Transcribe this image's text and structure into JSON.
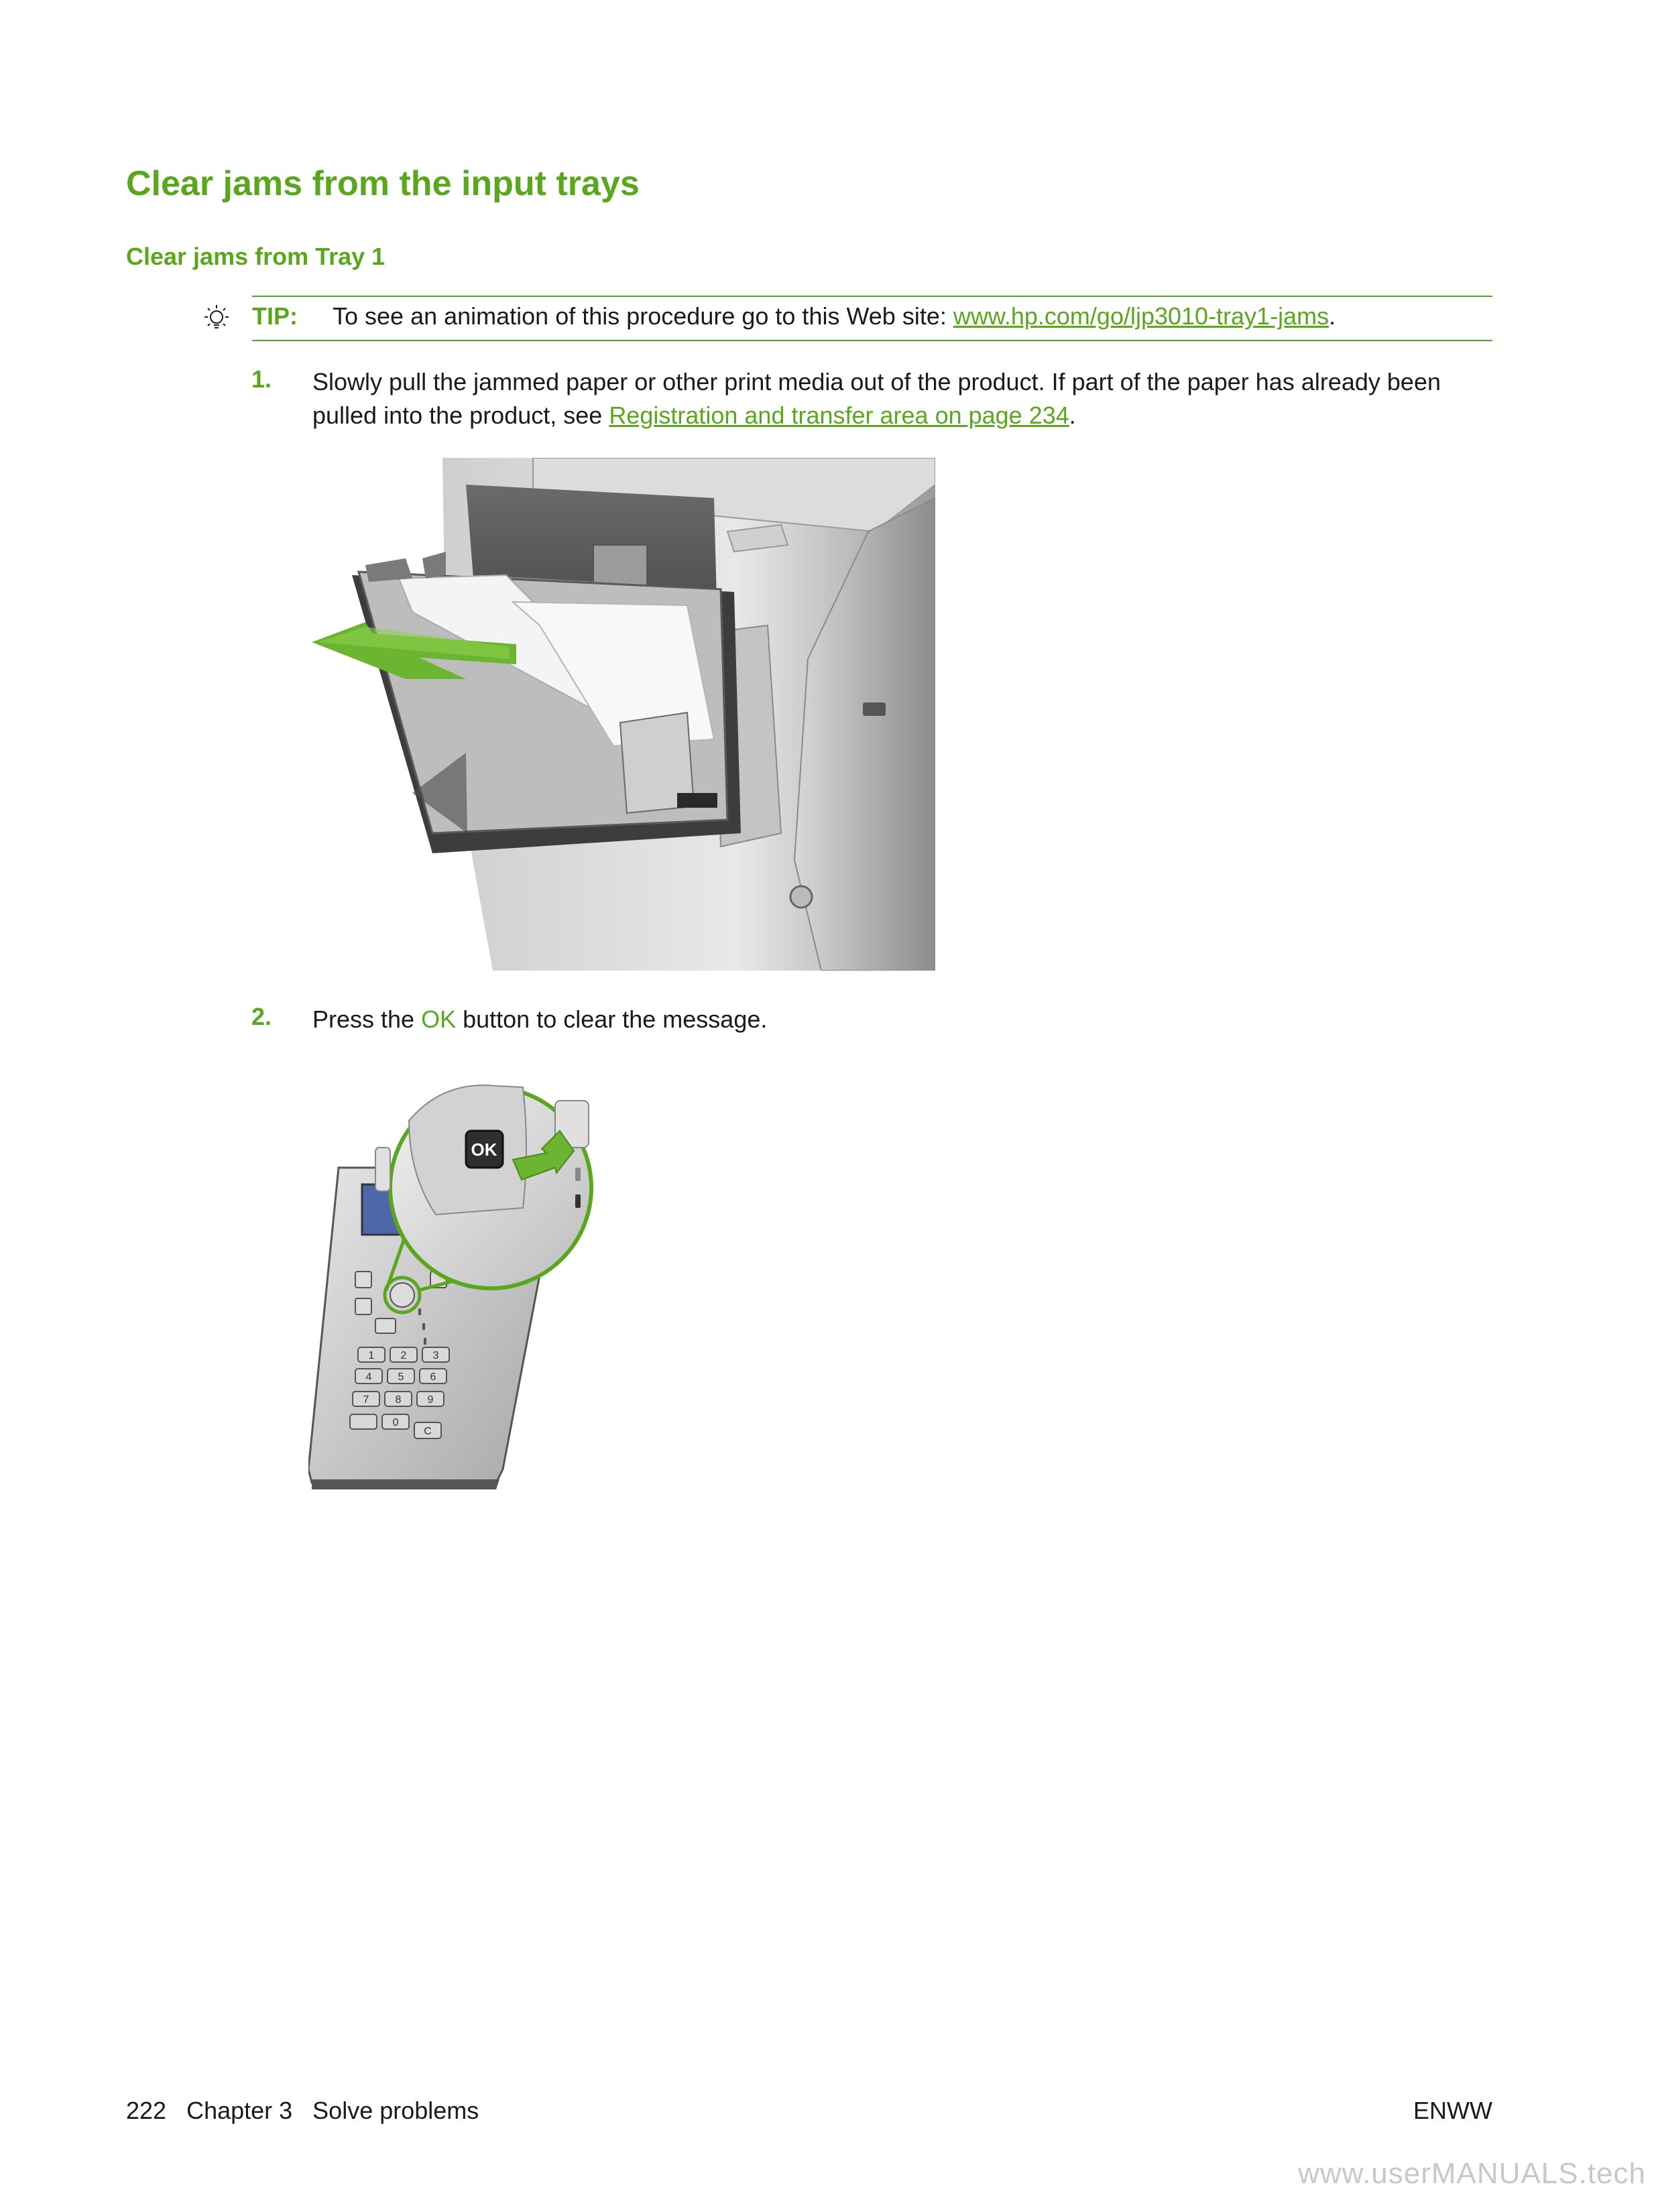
{
  "heading": "Clear jams from the input trays",
  "subheading": "Clear jams from Tray 1",
  "tip": {
    "label": "TIP:",
    "text": "To see an animation of this procedure go to this Web site: ",
    "link": "www.hp.com/go/ljp3010-tray1-jams",
    "after": "."
  },
  "steps": [
    {
      "number": "1.",
      "text": "Slowly pull the jammed paper or other print media out of the product. If part of the paper has already been pulled into the product, see ",
      "link": "Registration and transfer area on page 234",
      "after": "."
    },
    {
      "number": "2.",
      "before": "Press the ",
      "highlight": "OK",
      "after": " button to clear the message."
    }
  ],
  "control_panel": {
    "ok_label": "OK",
    "keys": [
      "1",
      "2",
      "3",
      "4",
      "5",
      "6",
      "7",
      "8",
      "9",
      "0",
      "C"
    ]
  },
  "footer": {
    "left": "222   Chapter 3   Solve problems",
    "right": "ENWW"
  },
  "watermark": "www.userMANUALS.tech",
  "colors": {
    "accent": "#5aa71e",
    "text": "#1a1a1a"
  }
}
